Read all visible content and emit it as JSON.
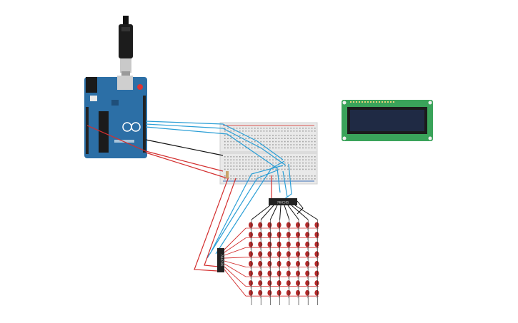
{
  "workspace": {
    "background": "#ffffff"
  },
  "arduino": {
    "board_color": "#2c6fa6",
    "usb_cable_color": "#1f1f1f"
  },
  "breadboard": {
    "body_color": "#e9e9e9",
    "rail_red": "#d9534f",
    "rail_blue": "#3b6fb6"
  },
  "lcd": {
    "pcb_color": "#3aa35a",
    "screen_color": "#1f2a44"
  },
  "shift_register_top": {
    "label": "74HC595"
  },
  "shift_register_side": {
    "label": "74HC595"
  },
  "led_matrix": {
    "rows": 8,
    "cols": 8,
    "led_color": "#b52a2a"
  },
  "wires": {
    "blue": "#2c9fd6",
    "red": "#d32f2f",
    "black": "#111111"
  }
}
